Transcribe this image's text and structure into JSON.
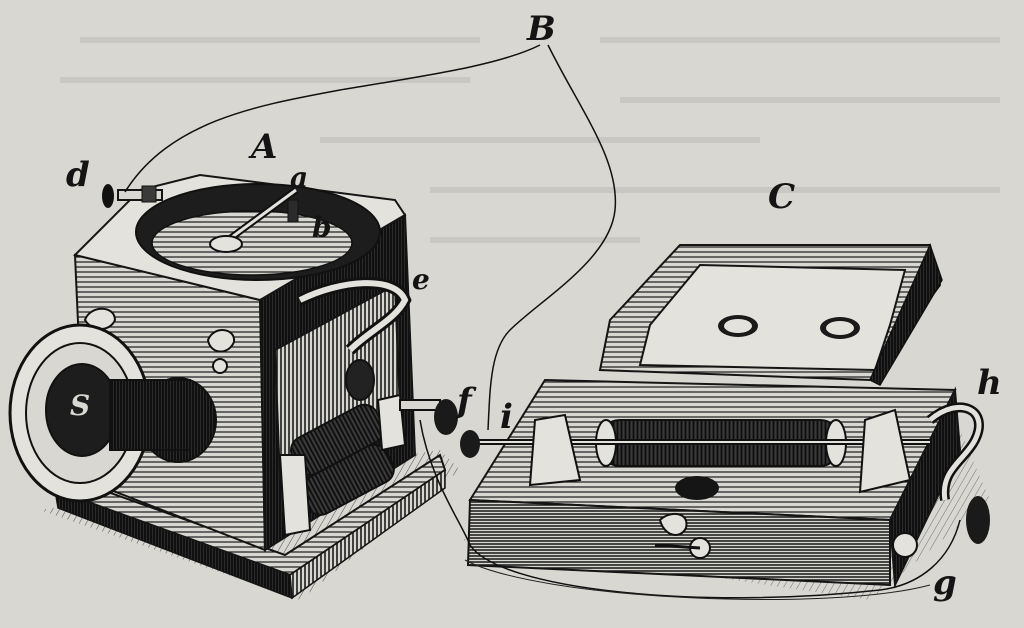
{
  "labels": {
    "A": "A",
    "B": "B",
    "C": "C",
    "a": "a",
    "b": "b",
    "d": "d",
    "e": "e",
    "f": "f",
    "g": "g",
    "h": "h",
    "i": "i",
    "s": "S"
  },
  "colors": {
    "paper": "#d9d7d2",
    "ink": "#161616"
  }
}
